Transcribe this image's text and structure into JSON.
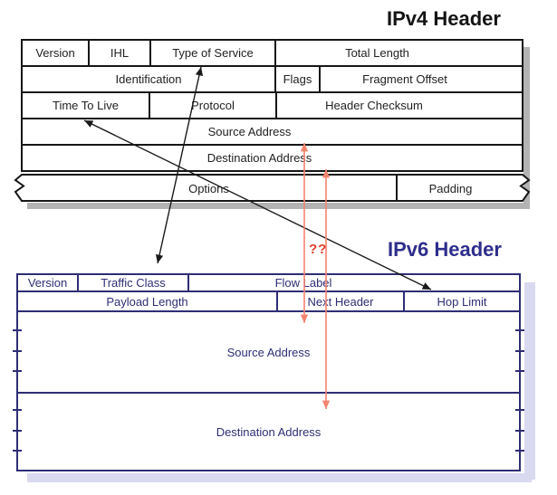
{
  "diagram": {
    "ipv4_title": "IPv4 Header",
    "ipv6_title": "IPv6 Header",
    "uncertainty_label": "??"
  },
  "ipv4_fields": {
    "version": "Version",
    "ihl": "IHL",
    "type_of_service": "Type of Service",
    "total_length": "Total Length",
    "identification": "Identification",
    "flags": "Flags",
    "fragment_offset": "Fragment Offset",
    "time_to_live": "Time To Live",
    "protocol": "Protocol",
    "header_checksum": "Header Checksum",
    "source_address": "Source Address",
    "destination_address": "Destination Address",
    "options": "Options",
    "padding": "Padding"
  },
  "ipv6_fields": {
    "version": "Version",
    "traffic_class": "Traffic Class",
    "flow_label": "Flow Label",
    "payload_length": "Payload Length",
    "next_header": "Next Header",
    "hop_limit": "Hop Limit",
    "source_address": "Source Address",
    "destination_address": "Destination Address"
  },
  "mappings": [
    {
      "from": "IPv4 Type of Service",
      "to": "IPv6 Traffic Class",
      "style": "black-double-arrow"
    },
    {
      "from": "IPv4 Time To Live",
      "to": "IPv6 Hop Limit",
      "style": "black-double-arrow"
    },
    {
      "from": "IPv4 Source Address",
      "to": "IPv6 Source Address",
      "style": "salmon-double-arrow",
      "note": "??"
    },
    {
      "from": "IPv4 Destination Address",
      "to": "IPv6 Destination Address",
      "style": "salmon-double-arrow",
      "note": "??"
    }
  ],
  "colors": {
    "ipv4_line": "#161616",
    "ipv4_shadow": "#b3b3b3",
    "ipv6_line": "#2e2e75",
    "ipv6_title": "#2e2e8c",
    "ipv6_shadow": "#d9d9f0",
    "arrow_black": "#1a1a1a",
    "arrow_salmon": "#f4846f",
    "question_red": "#e0412e"
  }
}
